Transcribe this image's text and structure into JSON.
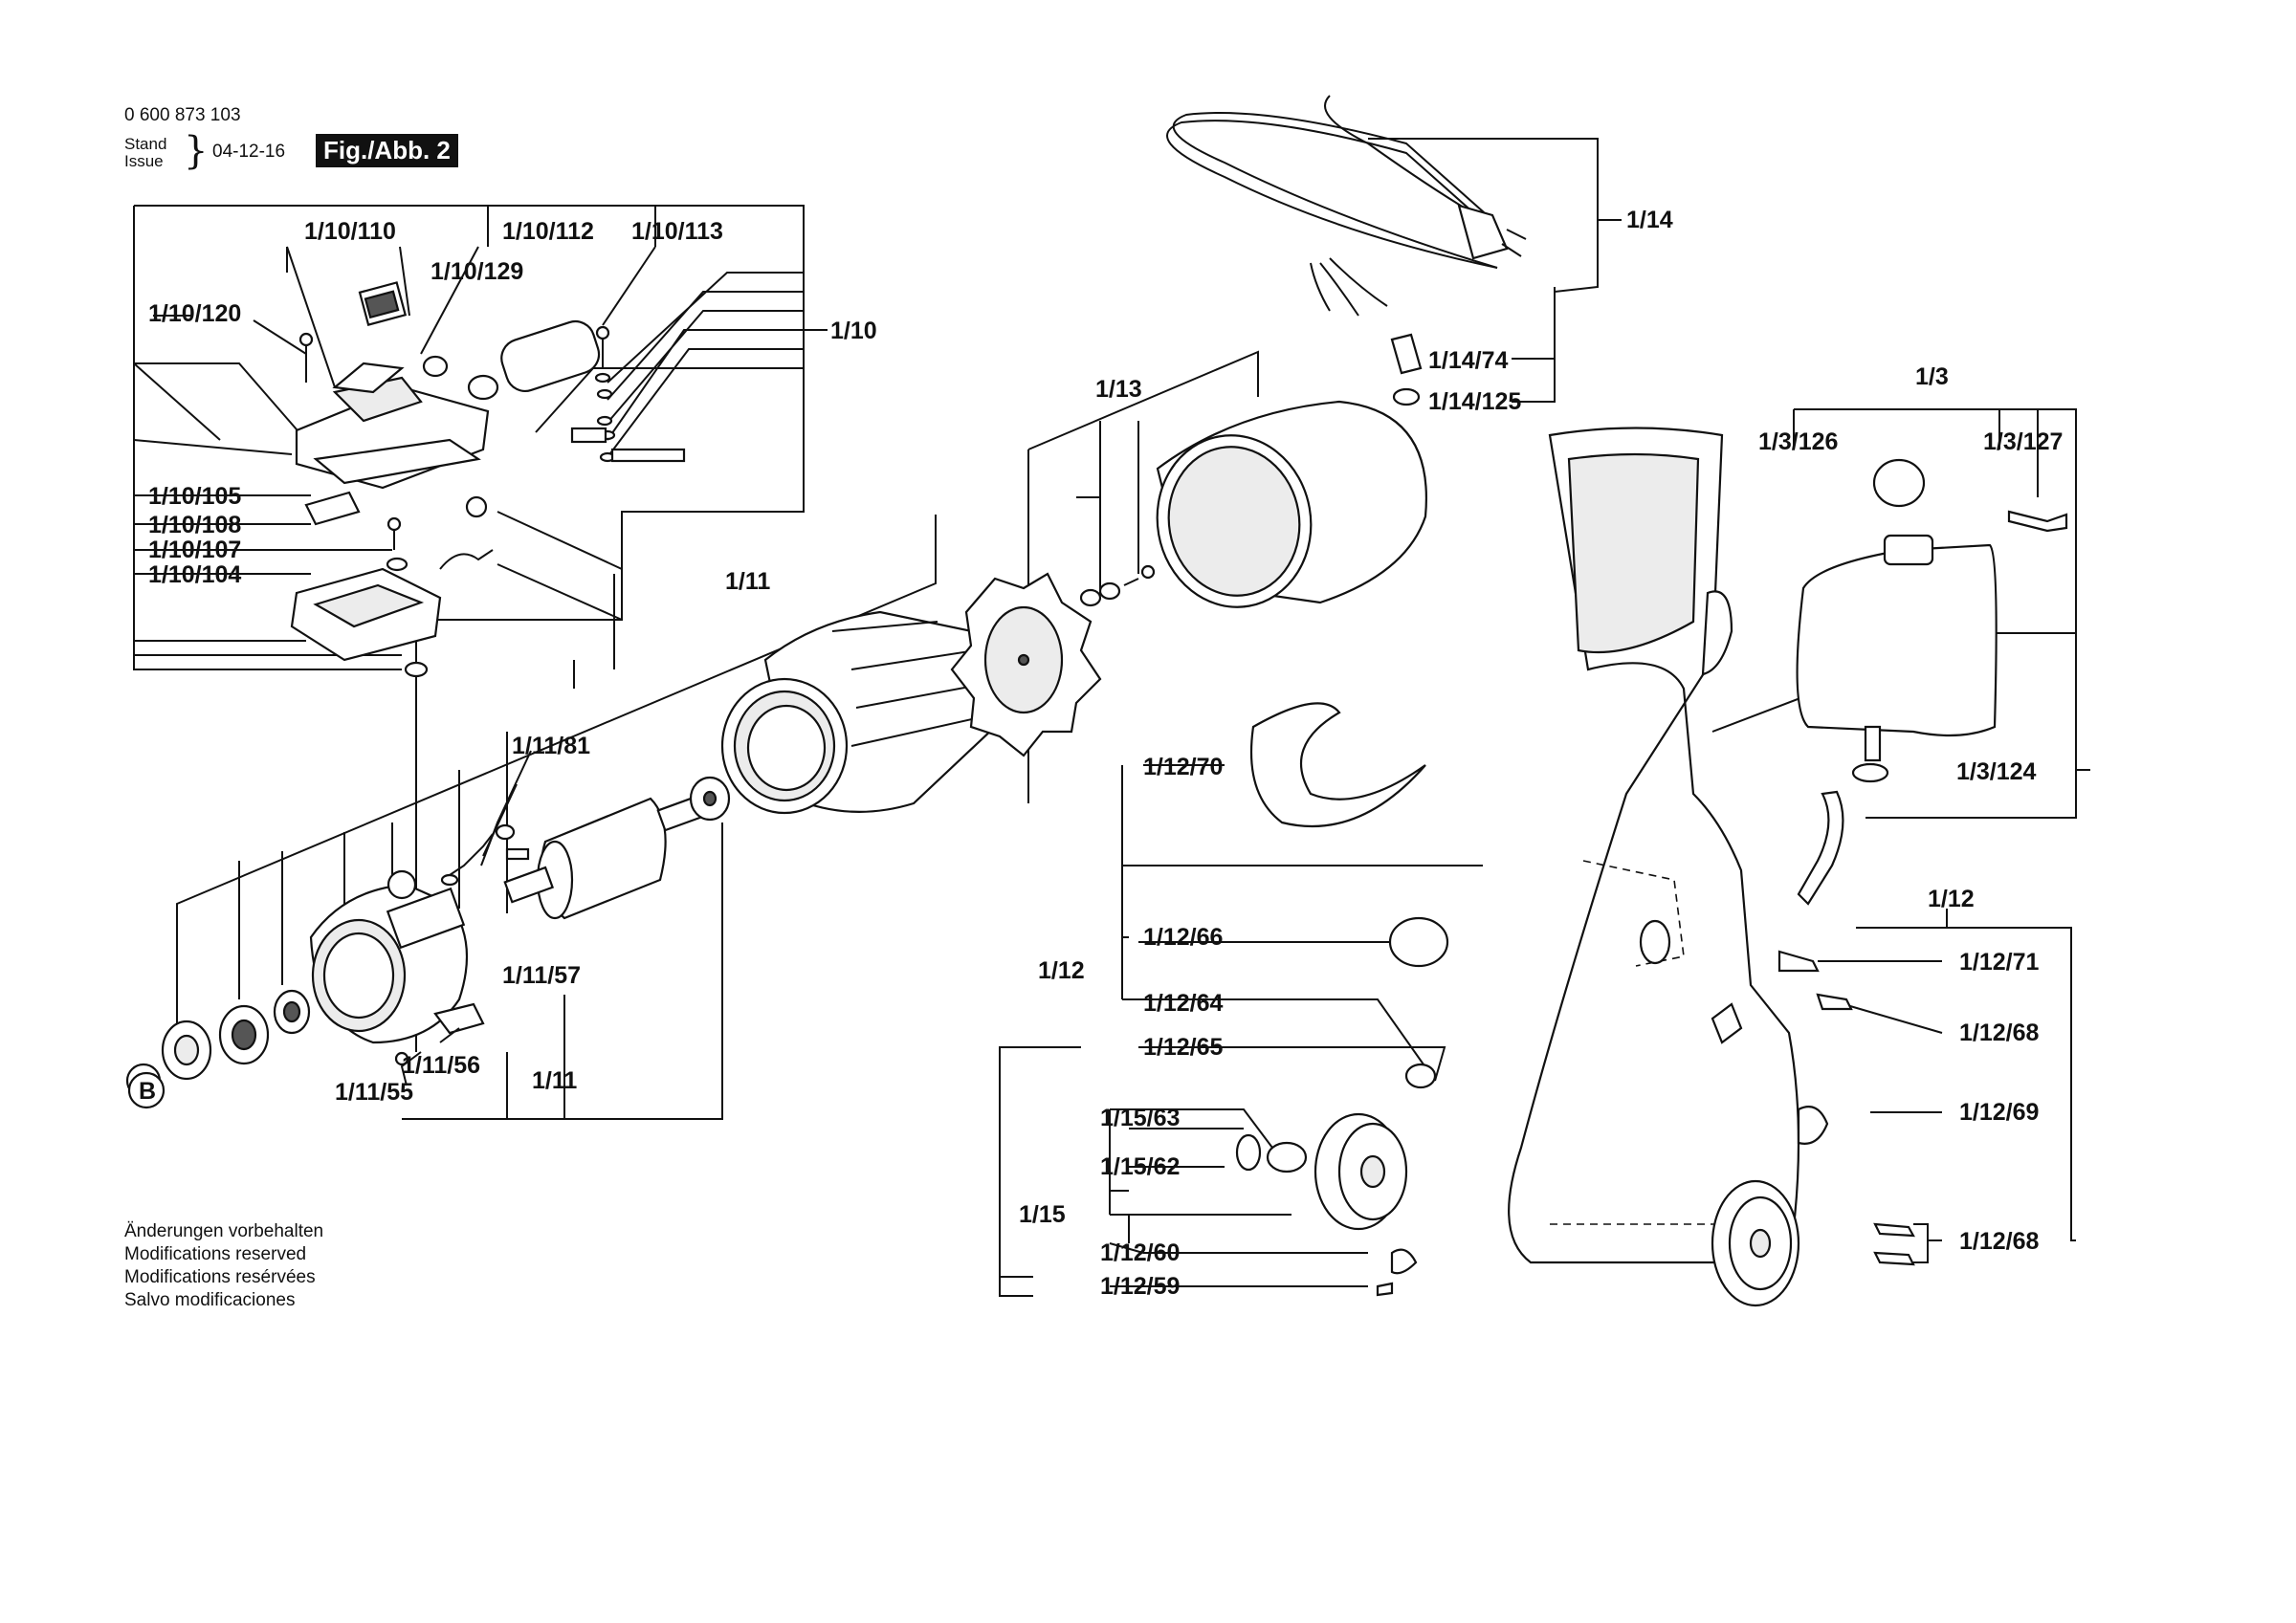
{
  "header": {
    "part_number": "0 600 873 103",
    "stand_label": "Stand",
    "issue_label": "Issue",
    "brace": "}",
    "date": "04-12-16",
    "figure": "Fig./Abb. 2"
  },
  "notes": [
    "Änderungen vorbehalten",
    "Modifications reserved",
    "Modifications resérvées",
    "Salvo modificaciones"
  ],
  "labels": {
    "l_1_10_110": "1/10/110",
    "l_1_10_112": "1/10/112",
    "l_1_10_113": "1/10/113",
    "l_1_10_129": "1/10/129",
    "l_1_10_120": "1/10/120",
    "l_1_10": "1/10",
    "l_1_10_105": "1/10/105",
    "l_1_10_108": "1/10/108",
    "l_1_10_107": "1/10/107",
    "l_1_10_104": "1/10/104",
    "l_1_11_top": "1/11",
    "l_1_11_81": "1/11/81",
    "l_1_11_57": "1/11/57",
    "l_1_11_56": "1/11/56",
    "l_1_11_55": "1/11/55",
    "l_1_11_bottom": "1/11",
    "l_B": "B",
    "l_1_13": "1/13",
    "l_1_14": "1/14",
    "l_1_14_74": "1/14/74",
    "l_1_14_125": "1/14/125",
    "l_1_3": "1/3",
    "l_1_3_126": "1/3/126",
    "l_1_3_127": "1/3/127",
    "l_1_3_124": "1/3/124",
    "l_1_12_70": "1/12/70",
    "l_1_12_right": "1/12",
    "l_1_12_left": "1/12",
    "l_1_12_66": "1/12/66",
    "l_1_12_71": "1/12/71",
    "l_1_12_64": "1/12/64",
    "l_1_12_68a": "1/12/68",
    "l_1_12_65": "1/12/65",
    "l_1_12_69": "1/12/69",
    "l_1_15_63": "1/15/63",
    "l_1_15_62": "1/15/62",
    "l_1_15": "1/15",
    "l_1_12_68b": "1/12/68",
    "l_1_12_60": "1/12/60",
    "l_1_12_59": "1/12/59"
  }
}
